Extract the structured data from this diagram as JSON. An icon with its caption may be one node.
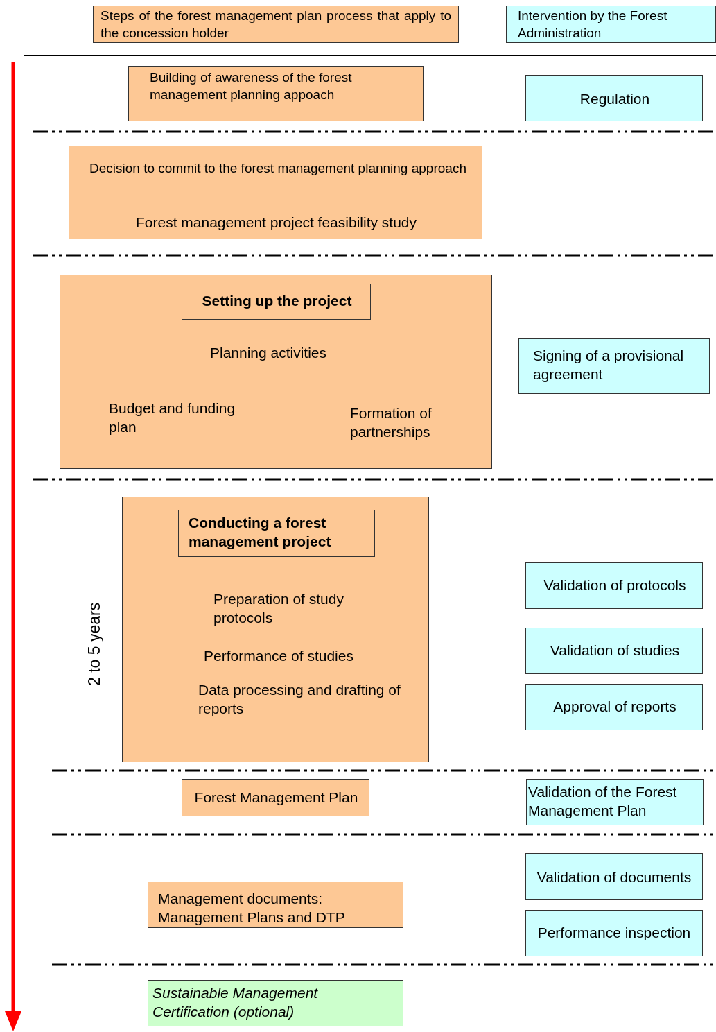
{
  "diagram": {
    "nodes": [
      {
        "text": [
          "Steps of the forest management plan process that apply to the concession holder"
        ]
      },
      {
        "text": [
          "Intervention by the Forest Administration"
        ]
      },
      {
        "text": [
          "Building of awareness of the forest management planning appoach"
        ]
      },
      {
        "text": [
          "Regulation"
        ]
      },
      {
        "text": [
          "Decision to commit to the forest management planning approach",
          "Forest management project feasibility study"
        ]
      },
      {
        "text": [
          "Planning activities",
          "Budget and funding plan",
          "Formation of partnerships"
        ]
      },
      {
        "text": [
          "Setting up the project"
        ],
        "in": 5
      },
      {
        "text": [
          "Signing of a provisional agreement"
        ]
      },
      {
        "text": [
          "Preparation of study protocols",
          "Performance of studies",
          "Data processing and drafting of reports"
        ]
      },
      {
        "text": [
          "Conducting a forest management project"
        ],
        "in": 8
      },
      {
        "text": [
          "Validation of protocols"
        ]
      },
      {
        "text": [
          "Validation of studies"
        ]
      },
      {
        "text": [
          "Approval of reports"
        ]
      },
      {
        "text": [
          "Forest Management Plan"
        ]
      },
      {
        "text": [
          "Validation of the Forest Management Plan"
        ]
      },
      {
        "text": [
          "Management documents: Management Plans and DTP"
        ]
      },
      {
        "text": [
          "Validation of documents"
        ]
      },
      {
        "text": [
          "Performance inspection"
        ]
      },
      {
        "text": [
          "Sustainable Management Certification (optional)"
        ]
      }
    ],
    "labels": [
      "2 to 5 years"
    ]
  }
}
